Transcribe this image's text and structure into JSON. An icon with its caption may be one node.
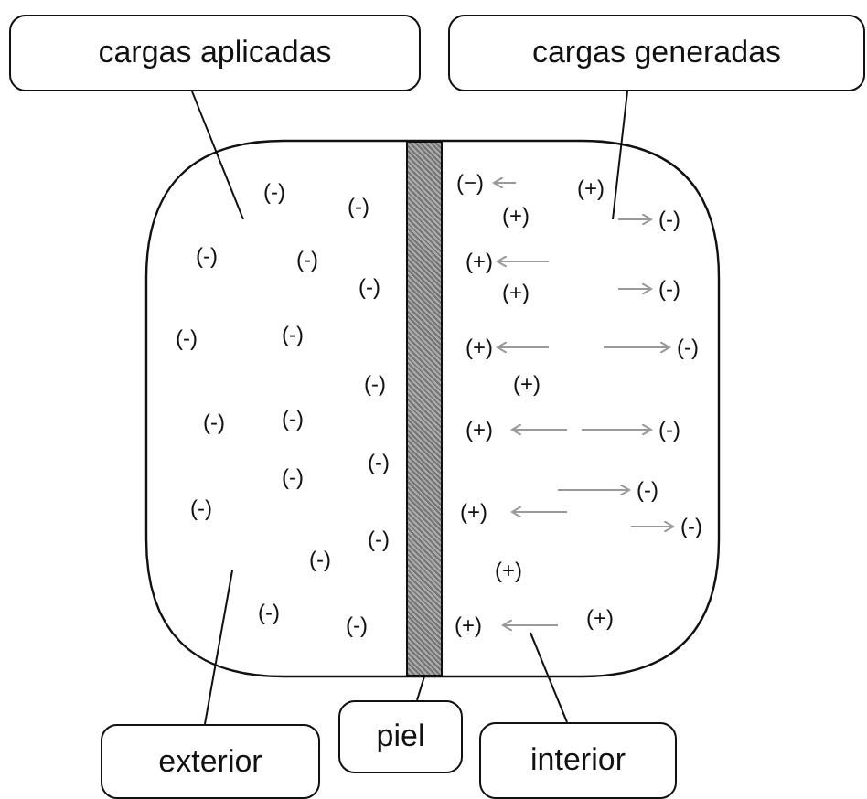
{
  "diagram": {
    "nodes": [
      {
        "text": [
          "cargas aplicadas"
        ]
      },
      {
        "text": [
          "cargas generadas"
        ]
      },
      {
        "text": [
          "exterior"
        ]
      },
      {
        "text": [
          "piel"
        ]
      },
      {
        "text": [
          "interior"
        ]
      },
      {
        "text": [],
        "shape": "bar"
      }
    ],
    "edges": [
      {
        "from": 0,
        "to": null,
        "arrow": "none"
      },
      {
        "from": 1,
        "to": null,
        "arrow": "none"
      },
      {
        "from": 2,
        "to": null,
        "arrow": "none"
      },
      {
        "from": 3,
        "to": 5,
        "arrow": "none"
      },
      {
        "from": 4,
        "to": null,
        "arrow": "none"
      }
    ],
    "labels": [
      "(-)",
      "(-)",
      "(-)",
      "(-)",
      "(-)",
      "(-)",
      "(-)",
      "(-)",
      "(-)",
      "(-)",
      "(-)",
      "(-)",
      "(-)",
      "(-)",
      "(-)",
      "(-)",
      "(-)",
      "(−)",
      "(+)",
      "(+)",
      "(-)",
      "(+)",
      "(+)",
      "(-)",
      "(+)",
      "(-)",
      "(+)",
      "(+)",
      "(-)",
      "(-)",
      "(+)",
      "(-)",
      "(+)",
      "(+)",
      "(+)"
    ]
  }
}
